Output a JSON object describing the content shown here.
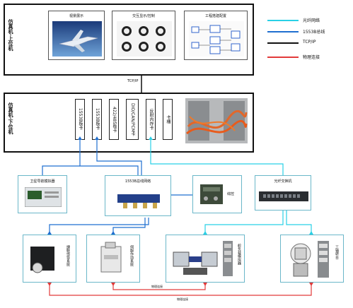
{
  "upper": {
    "title": "仿真机-上位机",
    "panels": [
      "视景展示",
      "交互显示/控制",
      "工程搭建配置"
    ]
  },
  "link_label": "TCP/IP",
  "lower": {
    "title": "仿真机-下位机",
    "cards": [
      "1553B板卡",
      "1553B板卡",
      "422/485板卡",
      "DIO/CAN/PCM卡",
      "反射内存卡",
      "卡槽"
    ]
  },
  "devices": {
    "sat_nav": "卫星导航模拟器",
    "bus_net": "1553B总线网络",
    "control": "综控",
    "fiber_switch": "光纤交换机",
    "ins": "捷联惯导系统",
    "servo": "伺服作动系统",
    "load_sim": "舵负载模拟器",
    "turntable": "三轴转台"
  },
  "connection_labels": [
    "物理连接",
    "物理连接"
  ],
  "legend": [
    {
      "label": "光纤网络",
      "color": "#29d0e6"
    },
    {
      "label": "1553B总线",
      "color": "#1f6fd0"
    },
    {
      "label": "TCP/IP",
      "color": "#111111"
    },
    {
      "label": "物理连接",
      "color": "#e23a3a"
    }
  ]
}
